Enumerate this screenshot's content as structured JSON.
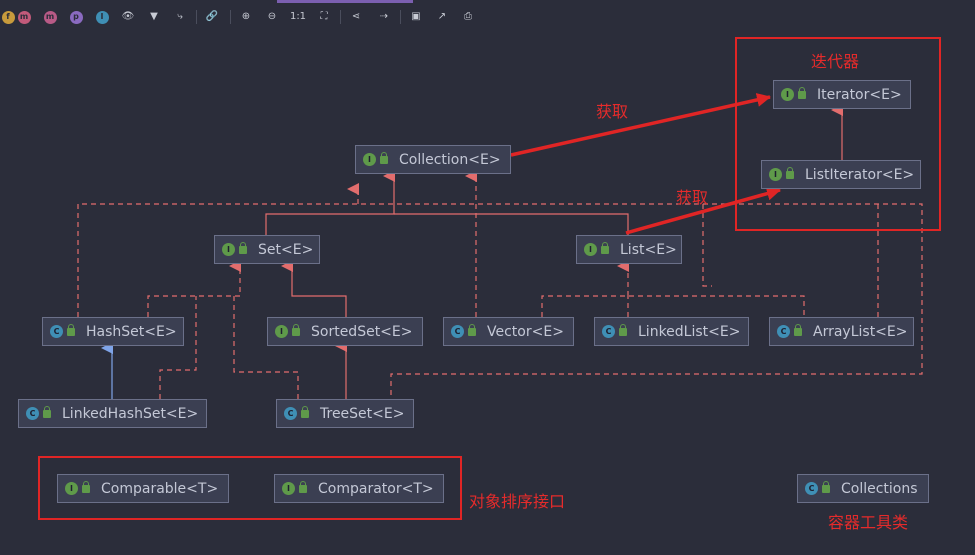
{
  "colors": {
    "background": "#2b2d3a",
    "node_fill": "#3b3f52",
    "node_border": "#6b7089",
    "relation": "#e26d6d",
    "inherit_blue": "#7fa4e8",
    "annotation_red": "#e02525",
    "interface_badge": "#5f9a4a",
    "class_badge": "#3f8fb5"
  },
  "toolbar": {
    "icons": [
      {
        "name": "fields-filter-icon",
        "glyph": "f"
      },
      {
        "name": "methods-filter-icon",
        "glyph": "m"
      },
      {
        "name": "constructors-filter-icon",
        "glyph": "m"
      },
      {
        "name": "properties-filter-icon",
        "glyph": "p"
      },
      {
        "name": "inner-classes-filter-icon",
        "glyph": "I"
      },
      {
        "name": "eye-icon",
        "glyph": "👁"
      },
      {
        "name": "funnel-icon",
        "glyph": "▼"
      },
      {
        "name": "route-icon",
        "glyph": "⤷"
      },
      {
        "name": "link-icon",
        "glyph": "🔗"
      },
      {
        "name": "zoom-in-icon",
        "glyph": "⊕"
      },
      {
        "name": "zoom-out-icon",
        "glyph": "⊖"
      },
      {
        "name": "actual-size-icon",
        "glyph": "1:1"
      },
      {
        "name": "fit-content-icon",
        "glyph": "⛶"
      },
      {
        "name": "share-icon",
        "glyph": "⋖"
      },
      {
        "name": "arrow-icon",
        "glyph": "⇢"
      },
      {
        "name": "save-icon",
        "glyph": "▣"
      },
      {
        "name": "export-icon",
        "glyph": "↗"
      },
      {
        "name": "print-icon",
        "glyph": "⎙"
      }
    ]
  },
  "nodes": {
    "iterator": {
      "label": "Iterator<E>",
      "kind": "I"
    },
    "list_iterator": {
      "label": "ListIterator<E>",
      "kind": "I"
    },
    "collection": {
      "label": "Collection<E>",
      "kind": "I"
    },
    "set": {
      "label": "Set<E>",
      "kind": "I"
    },
    "list": {
      "label": "List<E>",
      "kind": "I"
    },
    "hashset": {
      "label": "HashSet<E>",
      "kind": "C"
    },
    "sortedset": {
      "label": "SortedSet<E>",
      "kind": "I"
    },
    "vector": {
      "label": "Vector<E>",
      "kind": "C"
    },
    "linkedlist": {
      "label": "LinkedList<E>",
      "kind": "C"
    },
    "arraylist": {
      "label": "ArrayList<E>",
      "kind": "C"
    },
    "linkedhashset": {
      "label": "LinkedHashSet<E>",
      "kind": "C"
    },
    "treeset": {
      "label": "TreeSet<E>",
      "kind": "C"
    },
    "comparable": {
      "label": "Comparable<T>",
      "kind": "I"
    },
    "comparator": {
      "label": "Comparator<T>",
      "kind": "I"
    },
    "collections": {
      "label": "Collections",
      "kind": "C"
    }
  },
  "annotations": {
    "iterator_group": "迭代器",
    "obtain_1": "获取",
    "obtain_2": "获取",
    "sort_interfaces": "对象排序接口",
    "container_tools": "容器工具类"
  }
}
